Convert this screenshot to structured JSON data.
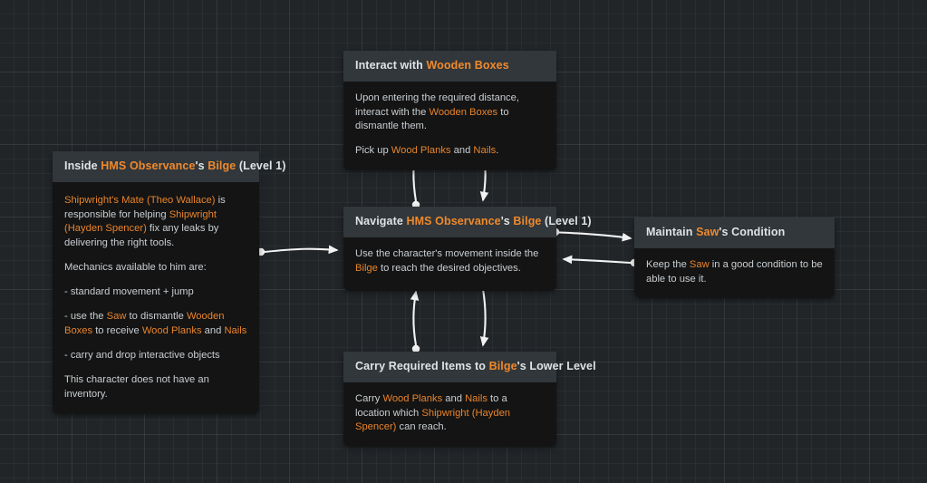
{
  "canvas": {
    "background_color": "#212528",
    "grid_color": "#2a2f33",
    "highlight_color": "#e8842c",
    "node_header_color": "#31373b",
    "node_body_color": "#141414",
    "edge_color": "#f2f2f2"
  },
  "nodes": [
    {
      "id": "interact-wooden-boxes",
      "title_parts": [
        {
          "text": "Interact with ",
          "highlight": false
        },
        {
          "text": "Wooden Boxes",
          "highlight": true
        }
      ],
      "paragraphs": [
        [
          {
            "text": "Upon entering the required distance, interact with the ",
            "highlight": false
          },
          {
            "text": "Wooden Boxes",
            "highlight": true
          },
          {
            "text": " to dismantle them.",
            "highlight": false
          }
        ],
        [
          {
            "text": "Pick up ",
            "highlight": false
          },
          {
            "text": "Wood Planks",
            "highlight": true
          },
          {
            "text": " and ",
            "highlight": false
          },
          {
            "text": "Nails",
            "highlight": true
          },
          {
            "text": ".",
            "highlight": false
          }
        ]
      ]
    },
    {
      "id": "inside-hms-observance-bilge",
      "title_parts": [
        {
          "text": "Inside ",
          "highlight": false
        },
        {
          "text": "HMS Observance",
          "highlight": true
        },
        {
          "text": "'s ",
          "highlight": false
        },
        {
          "text": "Bilge",
          "highlight": true
        },
        {
          "text": " (Level 1)",
          "highlight": false
        }
      ],
      "paragraphs": [
        [
          {
            "text": "Shipwright's Mate (Theo Wallace)",
            "highlight": true
          },
          {
            "text": " is responsible for helping ",
            "highlight": false
          },
          {
            "text": "Shipwright (Hayden Spencer)",
            "highlight": true
          },
          {
            "text": " fix any leaks by delivering the right tools.",
            "highlight": false
          }
        ],
        [
          {
            "text": "Mechanics available to him are:",
            "highlight": false
          }
        ],
        [
          {
            "text": "- standard movement + jump",
            "highlight": false
          }
        ],
        [
          {
            "text": "- use the ",
            "highlight": false
          },
          {
            "text": "Saw",
            "highlight": true
          },
          {
            "text": " to dismantle ",
            "highlight": false
          },
          {
            "text": "Wooden Boxes",
            "highlight": true
          },
          {
            "text": " to receive ",
            "highlight": false
          },
          {
            "text": "Wood Planks",
            "highlight": true
          },
          {
            "text": " and ",
            "highlight": false
          },
          {
            "text": "Nails",
            "highlight": true
          }
        ],
        [
          {
            "text": "- carry and drop interactive objects",
            "highlight": false
          }
        ],
        [
          {
            "text": "This character does not have an inventory.",
            "highlight": false
          }
        ]
      ]
    },
    {
      "id": "navigate-hms-observance-bilge",
      "title_parts": [
        {
          "text": "Navigate ",
          "highlight": false
        },
        {
          "text": "HMS Observance",
          "highlight": true
        },
        {
          "text": "'s ",
          "highlight": false
        },
        {
          "text": "Bilge",
          "highlight": true
        },
        {
          "text": " (Level 1)",
          "highlight": false
        }
      ],
      "paragraphs": [
        [
          {
            "text": "Use the character's movement inside the ",
            "highlight": false
          },
          {
            "text": "Bilge",
            "highlight": true
          },
          {
            "text": " to reach the desired objectives.",
            "highlight": false
          }
        ]
      ]
    },
    {
      "id": "maintain-saw-condition",
      "title_parts": [
        {
          "text": "Maintain ",
          "highlight": false
        },
        {
          "text": "Saw",
          "highlight": true
        },
        {
          "text": "'s Condition",
          "highlight": false
        }
      ],
      "paragraphs": [
        [
          {
            "text": "Keep the ",
            "highlight": false
          },
          {
            "text": "Saw",
            "highlight": true
          },
          {
            "text": " in a good condition to be able to use it.",
            "highlight": false
          }
        ]
      ]
    },
    {
      "id": "carry-required-items",
      "title_parts": [
        {
          "text": "Carry Required Items to ",
          "highlight": false
        },
        {
          "text": "Bilge",
          "highlight": true
        },
        {
          "text": "'s Lower Level",
          "highlight": false
        }
      ],
      "paragraphs": [
        [
          {
            "text": "Carry ",
            "highlight": false
          },
          {
            "text": "Wood Planks",
            "highlight": true
          },
          {
            "text": " and ",
            "highlight": false
          },
          {
            "text": "Nails",
            "highlight": true
          },
          {
            "text": " to a location which ",
            "highlight": false
          },
          {
            "text": "Shipwright (Hayden Spencer)",
            "highlight": true
          },
          {
            "text": " can reach.",
            "highlight": false
          }
        ]
      ]
    }
  ],
  "edges": [
    {
      "id": "navigate-to-interact",
      "from": "navigate-hms-observance-bilge",
      "to": "interact-wooden-boxes"
    },
    {
      "id": "interact-to-navigate",
      "from": "interact-wooden-boxes",
      "to": "navigate-hms-observance-bilge"
    },
    {
      "id": "inside-to-navigate",
      "from": "inside-hms-observance-bilge",
      "to": "navigate-hms-observance-bilge"
    },
    {
      "id": "navigate-to-maintain",
      "from": "navigate-hms-observance-bilge",
      "to": "maintain-saw-condition"
    },
    {
      "id": "maintain-to-navigate",
      "from": "maintain-saw-condition",
      "to": "navigate-hms-observance-bilge"
    },
    {
      "id": "navigate-to-carry",
      "from": "navigate-hms-observance-bilge",
      "to": "carry-required-items"
    },
    {
      "id": "carry-to-navigate",
      "from": "carry-required-items",
      "to": "navigate-hms-observance-bilge"
    }
  ]
}
